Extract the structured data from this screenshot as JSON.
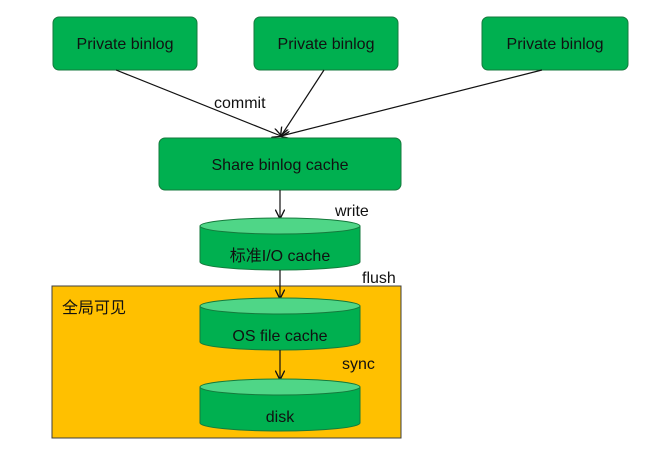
{
  "colors": {
    "node_fill": "#00B050",
    "node_top": "#4FD687",
    "node_stroke": "#157A3C",
    "region_fill": "#FFC000",
    "region_stroke": "#3F3F3F",
    "arrow": "#111111",
    "text": "#111111"
  },
  "nodes": {
    "private_binlog_1": "Private binlog",
    "private_binlog_2": "Private binlog",
    "private_binlog_3": "Private binlog",
    "share_cache": "Share binlog cache",
    "stdio_cache": "标准I/O cache",
    "os_cache": "OS file cache",
    "disk": "disk"
  },
  "region": {
    "label": "全局可见"
  },
  "edges": {
    "commit": "commit",
    "write": "write",
    "flush": "flush",
    "sync": "sync"
  }
}
